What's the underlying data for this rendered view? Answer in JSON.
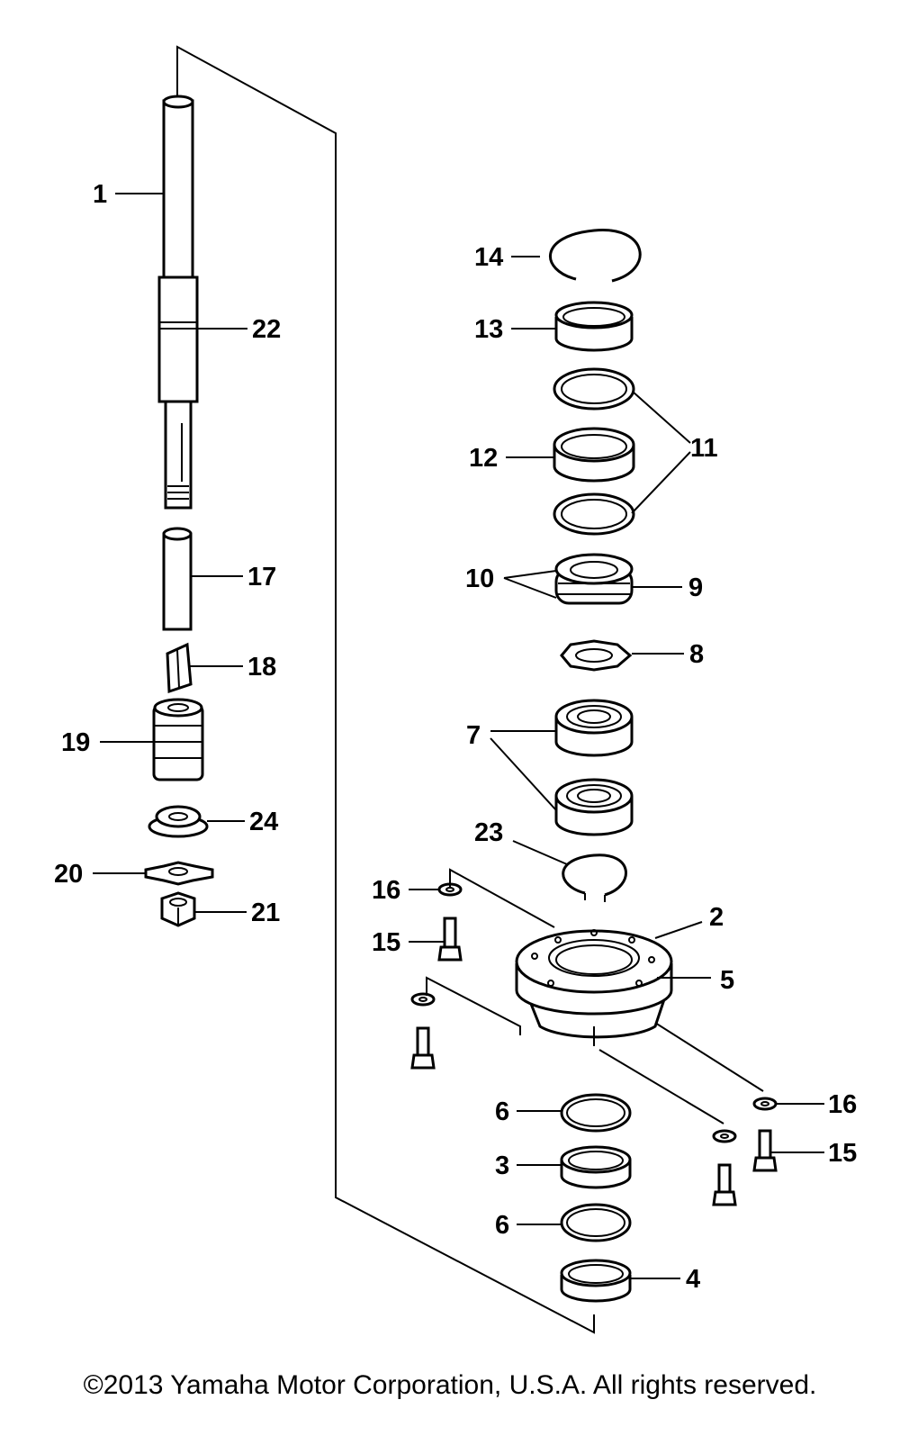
{
  "copyright": "©2013 Yamaha Motor Corporation, U.S.A. All rights reserved.",
  "callouts": {
    "c1": "1",
    "c22": "22",
    "c17": "17",
    "c18": "18",
    "c19": "19",
    "c24": "24",
    "c20": "20",
    "c21": "21",
    "c14": "14",
    "c13": "13",
    "c11": "11",
    "c12": "12",
    "c10": "10",
    "c9": "9",
    "c8": "8",
    "c7": "7",
    "c23": "23",
    "c16a": "16",
    "c15a": "15",
    "c2": "2",
    "c5": "5",
    "c16b": "16",
    "c15b": "15",
    "c6a": "6",
    "c3": "3",
    "c6b": "6",
    "c4": "4"
  }
}
